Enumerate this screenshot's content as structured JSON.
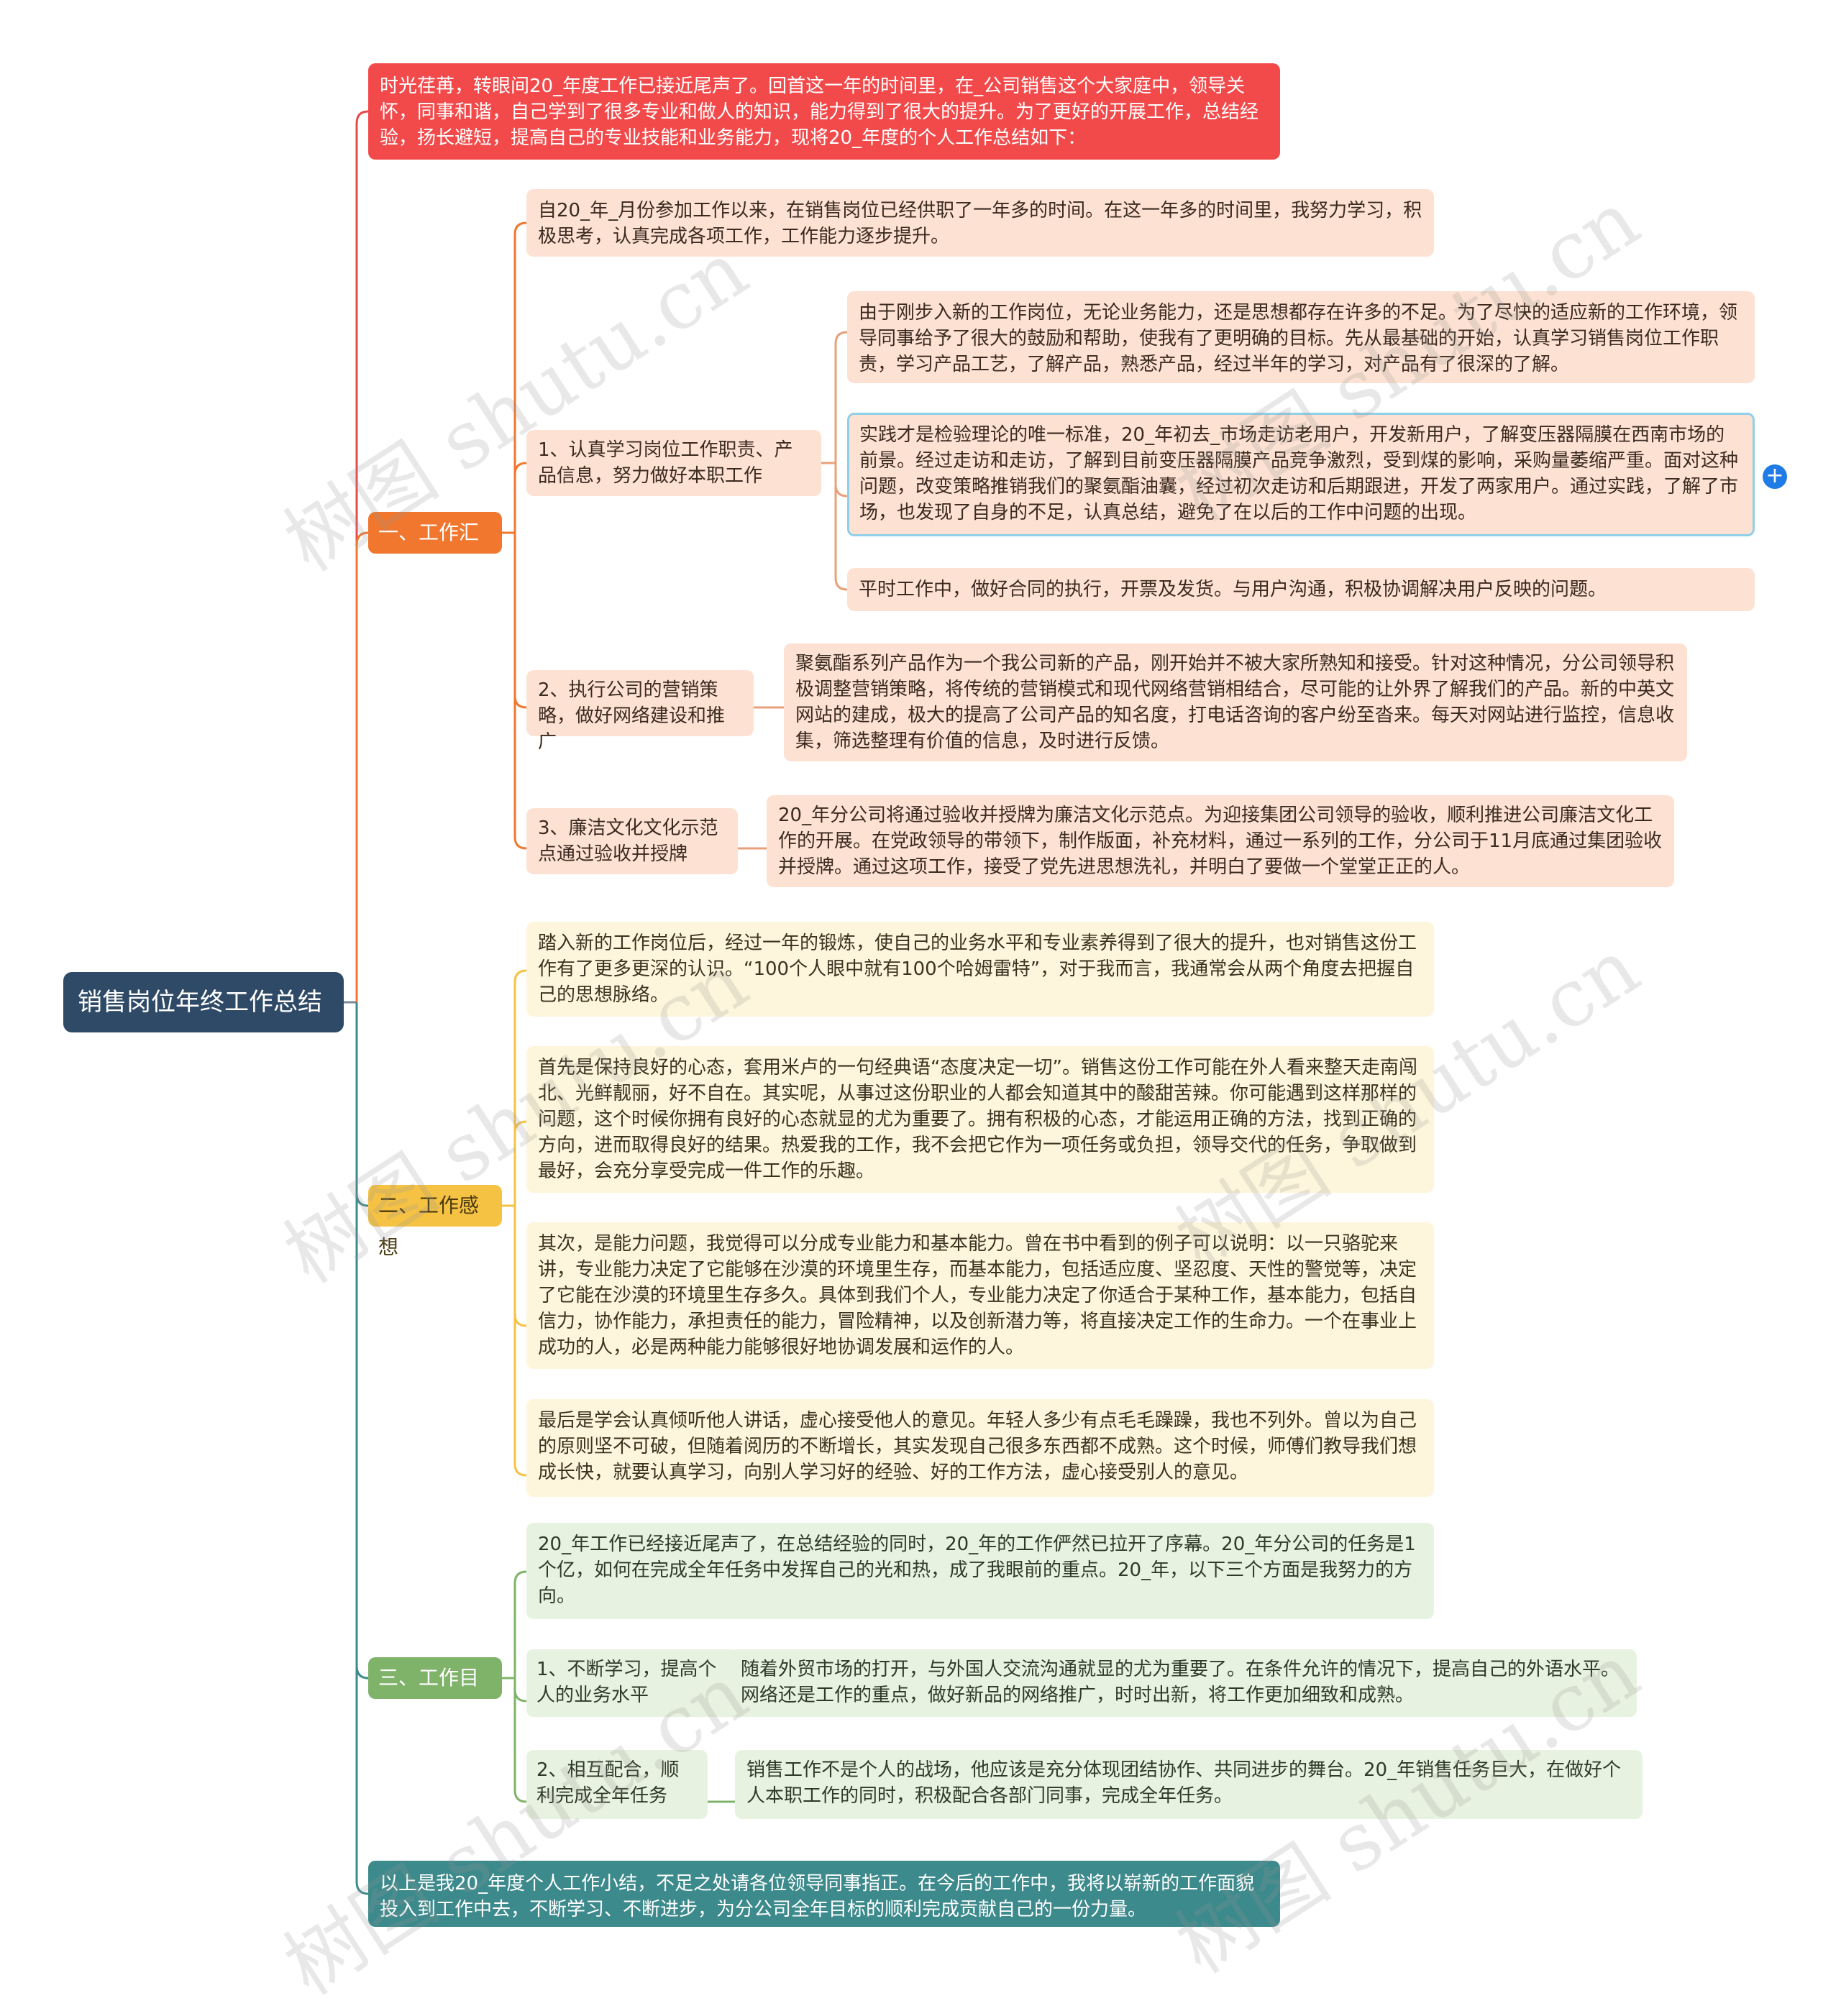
{
  "root": "销售岗位年终工作总结",
  "intro": "时光荏苒，转眼间20_年度工作已接近尾声了。回首这一年的时间里，在_公司销售这个大家庭中，领导关怀，同事和谐，自己学到了很多专业和做人的知识，能力得到了很大的提升。为了更好的开展工作，总结经验，扬长避短，提高自己的专业技能和业务能力，现将20_年度的个人工作总结如下：",
  "section1": {
    "label": "一、工作汇报",
    "overview": "自20_年_月份参加工作以来，在销售岗位已经供职了一年多的时间。在这一年多的时间里，我努力学习，积极思考，认真完成各项工作，工作能力逐步提升。",
    "item1": {
      "label": "1、认真学习岗位工作职责、产品信息，努力做好本职工作",
      "detail1": "由于刚步入新的工作岗位，无论业务能力，还是思想都存在许多的不足。为了尽快的适应新的工作环境，领导同事给予了很大的鼓励和帮助，使我有了更明确的目标。先从最基础的开始，认真学习销售岗位工作职责，学习产品工艺，了解产品，熟悉产品，经过半年的学习，对产品有了很深的了解。",
      "detail2": "实践才是检验理论的唯一标准，20_年初去_市场走访老用户，开发新用户，了解变压器隔膜在西南市场的前景。经过走访和走访，了解到目前变压器隔膜产品竞争激烈，受到煤的影响，采购量萎缩严重。面对这种问题，改变策略推销我们的聚氨酯油囊，经过初次走访和后期跟进，开发了两家用户。通过实践，了解了市场，也发现了自身的不足，认真总结，避免了在以后的工作中问题的出现。",
      "detail3": "平时工作中，做好合同的执行，开票及发货。与用户沟通，积极协调解决用户反映的问题。"
    },
    "item2": {
      "label": "2、执行公司的营销策略，做好网络建设和推广",
      "detail": "聚氨酯系列产品作为一个我公司新的产品，刚开始并不被大家所熟知和接受。针对这种情况，分公司领导积极调整营销策略，将传统的营销模式和现代网络营销相结合，尽可能的让外界了解我们的产品。新的中英文网站的建成，极大的提高了公司产品的知名度，打电话咨询的客户纷至沓来。每天对网站进行监控，信息收集，筛选整理有价值的信息，及时进行反馈。"
    },
    "item3": {
      "label": "3、廉洁文化文化示范点通过验收并授牌",
      "detail": "20_年分公司将通过验收并授牌为廉洁文化示范点。为迎接集团公司领导的验收，顺利推进公司廉洁文化工作的开展。在党政领导的带领下，制作版面，补充材料，通过一系列的工作，分公司于11月底通过集团验收并授牌。通过这项工作，接受了党先进思想洗礼，并明白了要做一个堂堂正正的人。"
    }
  },
  "section2": {
    "label": "二、工作感想",
    "p1": "踏入新的工作岗位后，经过一年的锻炼，使自己的业务水平和专业素养得到了很大的提升，也对销售这份工作有了更多更深的认识。“100个人眼中就有100个哈姆雷特”，对于我而言，我通常会从两个角度去把握自己的思想脉络。",
    "p2": "首先是保持良好的心态，套用米卢的一句经典语“态度决定一切”。销售这份工作可能在外人看来整天走南闯北、光鲜靓丽，好不自在。其实呢，从事过这份职业的人都会知道其中的酸甜苦辣。你可能遇到这样那样的问题，这个时候你拥有良好的心态就显的尤为重要了。拥有积极的心态，才能运用正确的方法，找到正确的方向，进而取得良好的结果。热爱我的工作，我不会把它作为一项任务或负担，领导交代的任务，争取做到最好，会充分享受完成一件工作的乐趣。",
    "p3": "其次，是能力问题，我觉得可以分成专业能力和基本能力。曾在书中看到的例子可以说明：以一只骆驼来讲，专业能力决定了它能够在沙漠的环境里生存，而基本能力，包括适应度、坚忍度、天性的警觉等，决定了它能在沙漠的环境里生存多久。具体到我们个人，专业能力决定了你适合于某种工作，基本能力，包括自信力，协作能力，承担责任的能力，冒险精神，以及创新潜力等，将直接决定工作的生命力。一个在事业上成功的人，必是两种能力能够很好地协调发展和运作的人。",
    "p4": "最后是学会认真倾听他人讲话，虚心接受他人的意见。年轻人多少有点毛毛躁躁，我也不列外。曾以为自己的原则坚不可破，但随着阅历的不断增长，其实发现自己很多东西都不成熟。这个时候，师傅们教导我们想成长快，就要认真学习，向别人学习好的经验、好的工作方法，虚心接受别人的意见。"
  },
  "section3": {
    "label": "三、工作目标",
    "overview": "20_年工作已经接近尾声了，在总结经验的同时，20_年的工作俨然已拉开了序幕。20_年分公司的任务是1个亿，如何在完成全年任务中发挥自己的光和热，成了我眼前的重点。20_年，以下三个方面是我努力的方向。",
    "item1": {
      "label": "1、不断学习，提高个人的业务水平",
      "detail": "随着外贸市场的打开，与外国人交流沟通就显的尤为重要了。在条件允许的情况下，提高自己的外语水平。网络还是工作的重点，做好新品的网络推广，时时出新，将工作更加细致和成熟。"
    },
    "item2": {
      "label": "2、相互配合，顺利完成全年任务",
      "detail": "销售工作不是个人的战场，他应该是充分体现团结协作、共同进步的舞台。20_年销售任务巨大，在做好个人本职工作的同时，积极配合各部门同事，完成全年任务。"
    }
  },
  "outro": "以上是我20_年度个人工作小结，不足之处请各位领导同事指正。在今后的工作中，我将以崭新的工作面貌投入到工作中去，不断学习、不断进步，为分公司全年目标的顺利完成贡献自己的一份力量。",
  "expand_icon": "plus-circle-icon",
  "watermark": "树图 shutu.cn",
  "colors": {
    "root": "#2f4a66",
    "intro": "#f24a4b",
    "section1": "#f0772d",
    "section2": "#f6c244",
    "section3": "#7fb36a",
    "outro": "#3d8a8c",
    "peach": "#fde2d3",
    "cream": "#fef6dc",
    "mint": "#e8f2e0",
    "expand": "#1f7be6"
  }
}
